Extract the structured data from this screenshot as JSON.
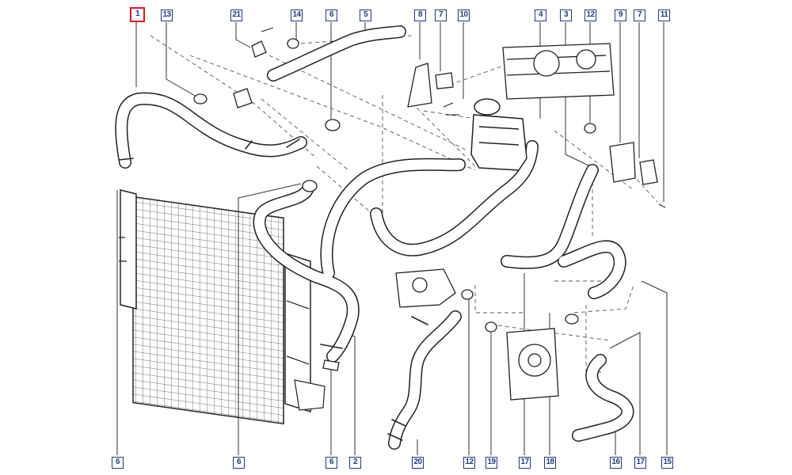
{
  "diagram": {
    "callouts_top": [
      "1",
      "13",
      "21",
      "14",
      "6",
      "5",
      "8",
      "7",
      "10",
      "4",
      "3",
      "12",
      "9",
      "7",
      "11"
    ],
    "callouts_bottom": [
      "6",
      "6",
      "6",
      "2",
      "20",
      "12",
      "19",
      "17",
      "18",
      "16",
      "17",
      "15"
    ],
    "highlighted": "1",
    "highlight_color": "#e0161d",
    "callout_color": "#1f3a7a",
    "line_color": "#222222"
  }
}
